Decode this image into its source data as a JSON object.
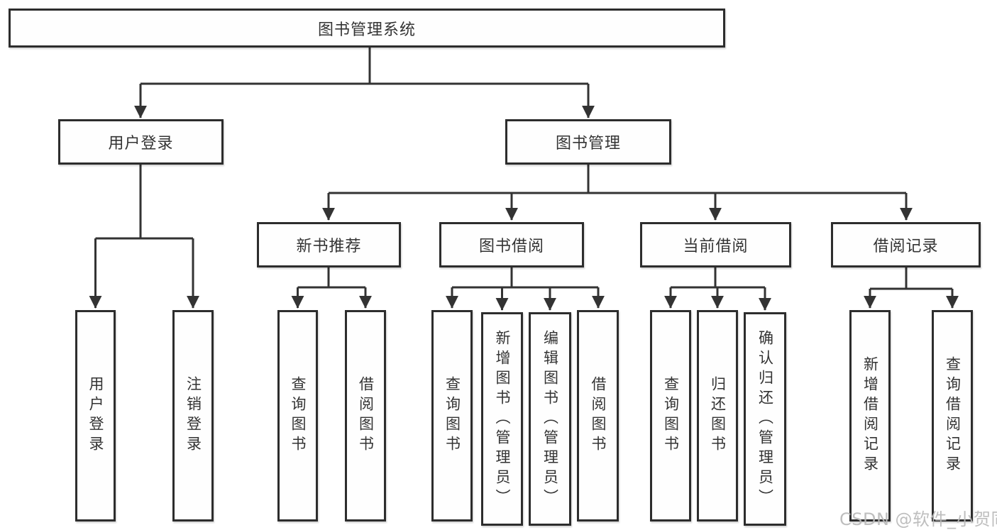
{
  "page": {
    "background": "#ffffff"
  },
  "colors": {
    "line": "#333333",
    "text": "#333333",
    "watermark": "#bdbdbd"
  },
  "watermark": {
    "text": "CSDN @软件_小贺同学"
  },
  "tree": {
    "label": "图书管理系统",
    "children": [
      {
        "label": "用户登录",
        "children": [
          {
            "label": "用户登录"
          },
          {
            "label": "注销登录"
          }
        ]
      },
      {
        "label": "图书管理",
        "children": [
          {
            "label": "新书推荐",
            "children": [
              {
                "label": "查询图书"
              },
              {
                "label": "借阅图书"
              }
            ]
          },
          {
            "label": "图书借阅",
            "children": [
              {
                "label": "查询图书"
              },
              {
                "label": "新增图书（管理员）"
              },
              {
                "label": "编辑图书（管理员）"
              },
              {
                "label": "借阅图书"
              }
            ]
          },
          {
            "label": "当前借阅",
            "children": [
              {
                "label": "查询图书"
              },
              {
                "label": "归还图书"
              },
              {
                "label": "确认归还（管理员）"
              }
            ]
          },
          {
            "label": "借阅记录",
            "children": [
              {
                "label": "新增借阅记录"
              },
              {
                "label": "查询借阅记录"
              }
            ]
          }
        ]
      }
    ]
  }
}
